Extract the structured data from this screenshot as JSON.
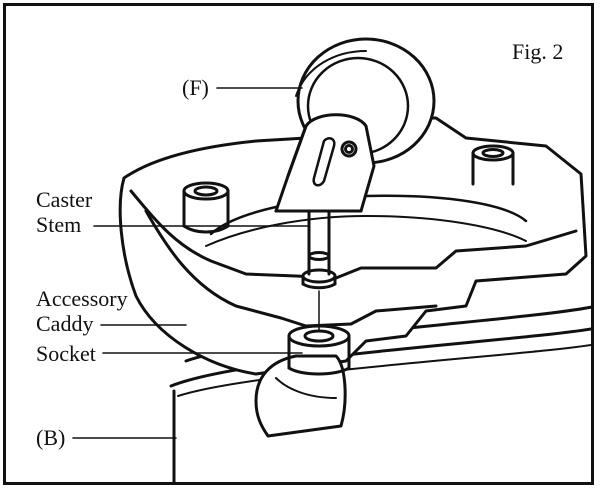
{
  "figure": {
    "title": "Fig. 2"
  },
  "labels": {
    "F": "(F)",
    "caster_stem_line1": "Caster",
    "caster_stem_line2": "Stem",
    "accessory_caddy_line1": "Accessory",
    "accessory_caddy_line2": "Caddy",
    "socket": "Socket",
    "B": "(B)"
  }
}
